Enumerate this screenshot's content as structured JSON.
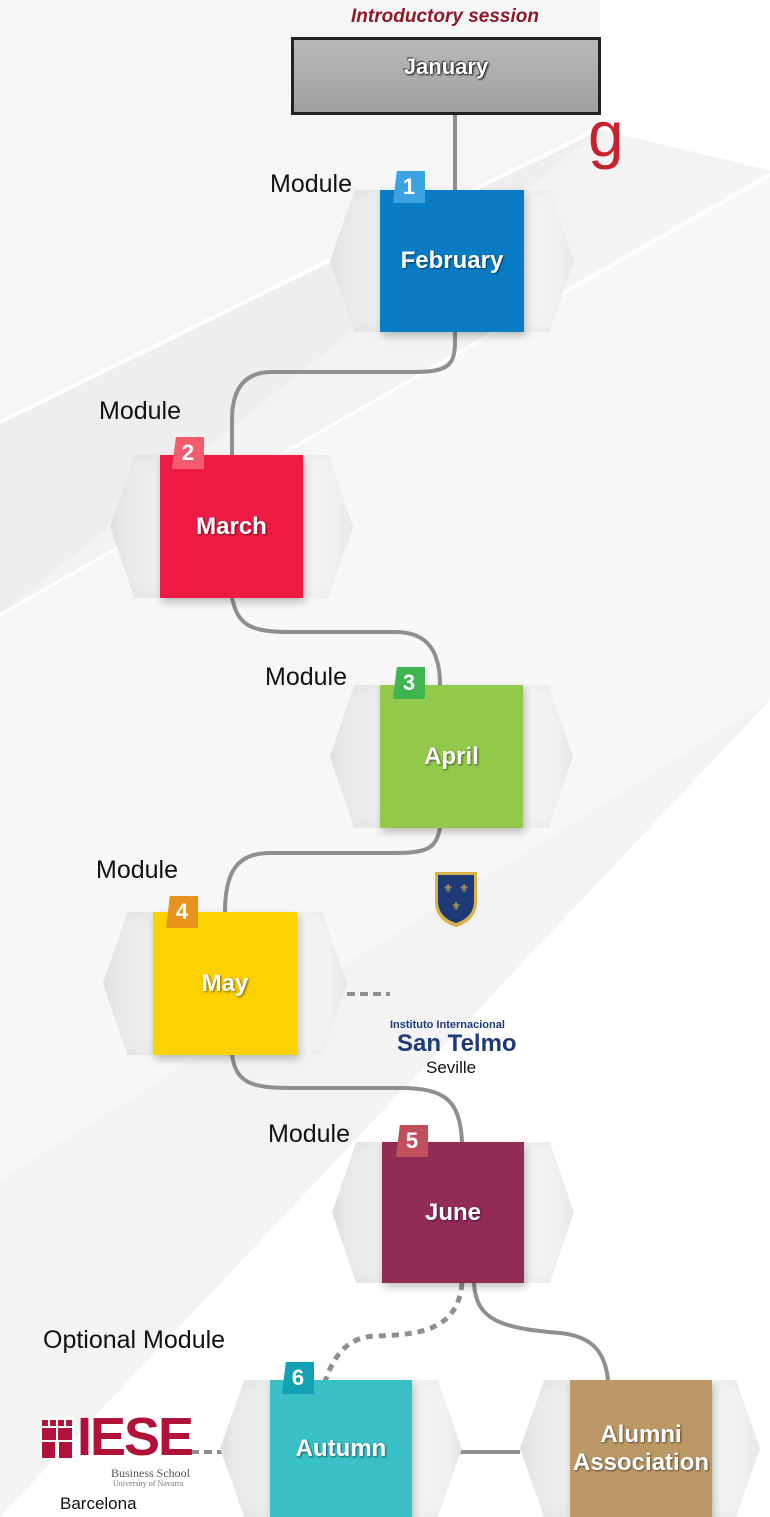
{
  "intro": {
    "label": "Introductory session",
    "box_label": "January",
    "box_color": "#a9a9a9"
  },
  "heading_fragment": "g",
  "module_word": "Module",
  "optional_label": "Optional Module",
  "modules": [
    {
      "number": "1",
      "month": "February",
      "color": "#0a7cc6",
      "tab_color": "#3aa3e0"
    },
    {
      "number": "2",
      "month": "March",
      "color": "#ee1b45",
      "tab_color": "#f25c6c"
    },
    {
      "number": "3",
      "month": "April",
      "color": "#92c94b",
      "tab_color": "#3fb44f"
    },
    {
      "number": "4",
      "month": "May",
      "color": "#fcd100",
      "tab_color": "#e8941c"
    },
    {
      "number": "5",
      "month": "June",
      "color": "#932c55",
      "tab_color": "#c0505c"
    },
    {
      "number": "6",
      "month": "Autumn",
      "color": "#38c0c6",
      "tab_color": "#139fb4"
    }
  ],
  "alumni": {
    "line1": "Alumni",
    "line2": "Association",
    "color": "#bc9866"
  },
  "san_telmo": {
    "line1": "Instituto Internacional",
    "line2": "San Telmo",
    "city": "Seville",
    "color": "#1e3b78"
  },
  "iese": {
    "word": "IESE",
    "line1": "Business School",
    "line2": "University of Navarra",
    "city": "Barcelona",
    "color": "#b0123a"
  },
  "colors": {
    "connector": "#8f8f8f",
    "accent_red": "#c8202e",
    "bg_tint": "#f0f0f1"
  }
}
